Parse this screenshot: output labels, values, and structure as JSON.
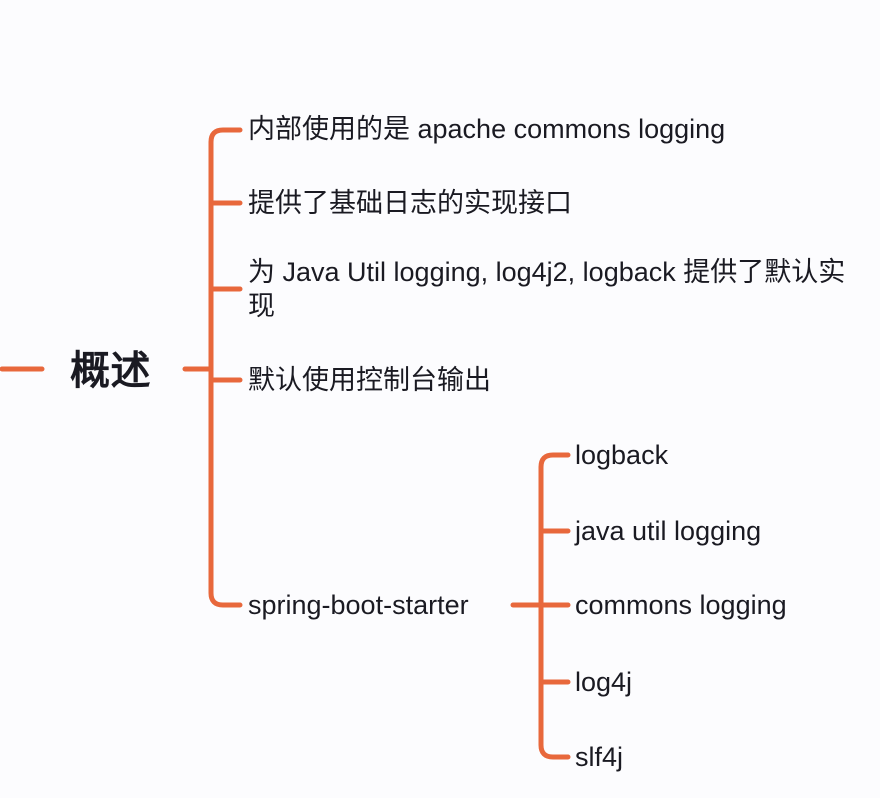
{
  "diagram": {
    "title": "概述",
    "type": "mind-map",
    "accent_color": "#e8683c",
    "text_color": "#1a1a22",
    "background_color": "#fcfcfe",
    "root": {
      "label": "概述"
    },
    "branches": [
      {
        "label": "内部使用的是 apache commons logging"
      },
      {
        "label": "提供了基础日志的实现接口"
      },
      {
        "label": "为 Java Util logging, log4j2, logback 提供了默认实现"
      },
      {
        "label": "默认使用控制台输出"
      },
      {
        "label": "spring-boot-starter"
      }
    ],
    "leaves": [
      {
        "label": "logback"
      },
      {
        "label": "java util logging"
      },
      {
        "label": "commons logging"
      },
      {
        "label": "log4j"
      },
      {
        "label": "slf4j"
      }
    ]
  }
}
